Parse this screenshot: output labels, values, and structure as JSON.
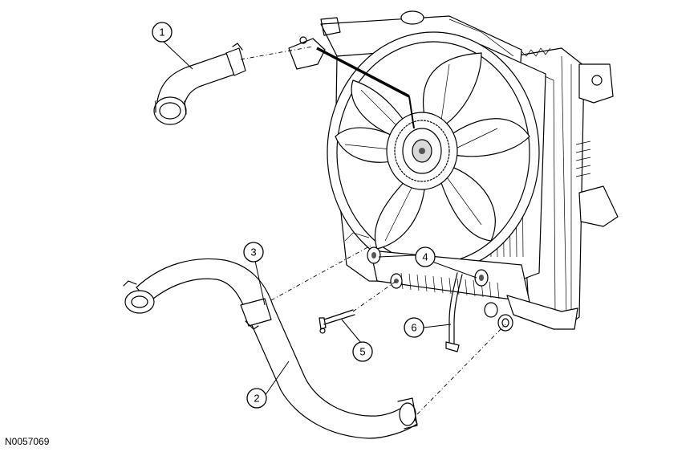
{
  "figure_id": "N0057069",
  "callouts": [
    {
      "number": "1",
      "part": "upper-radiator-hose"
    },
    {
      "number": "2",
      "part": "lower-radiator-hose"
    },
    {
      "number": "3",
      "part": "connector"
    },
    {
      "number": "4",
      "part": "transmission-cooler-fitting"
    },
    {
      "number": "5",
      "part": "cooler-line"
    },
    {
      "number": "6",
      "part": "cooler-line"
    }
  ],
  "colors": {
    "line": "#000000",
    "background": "#ffffff"
  }
}
